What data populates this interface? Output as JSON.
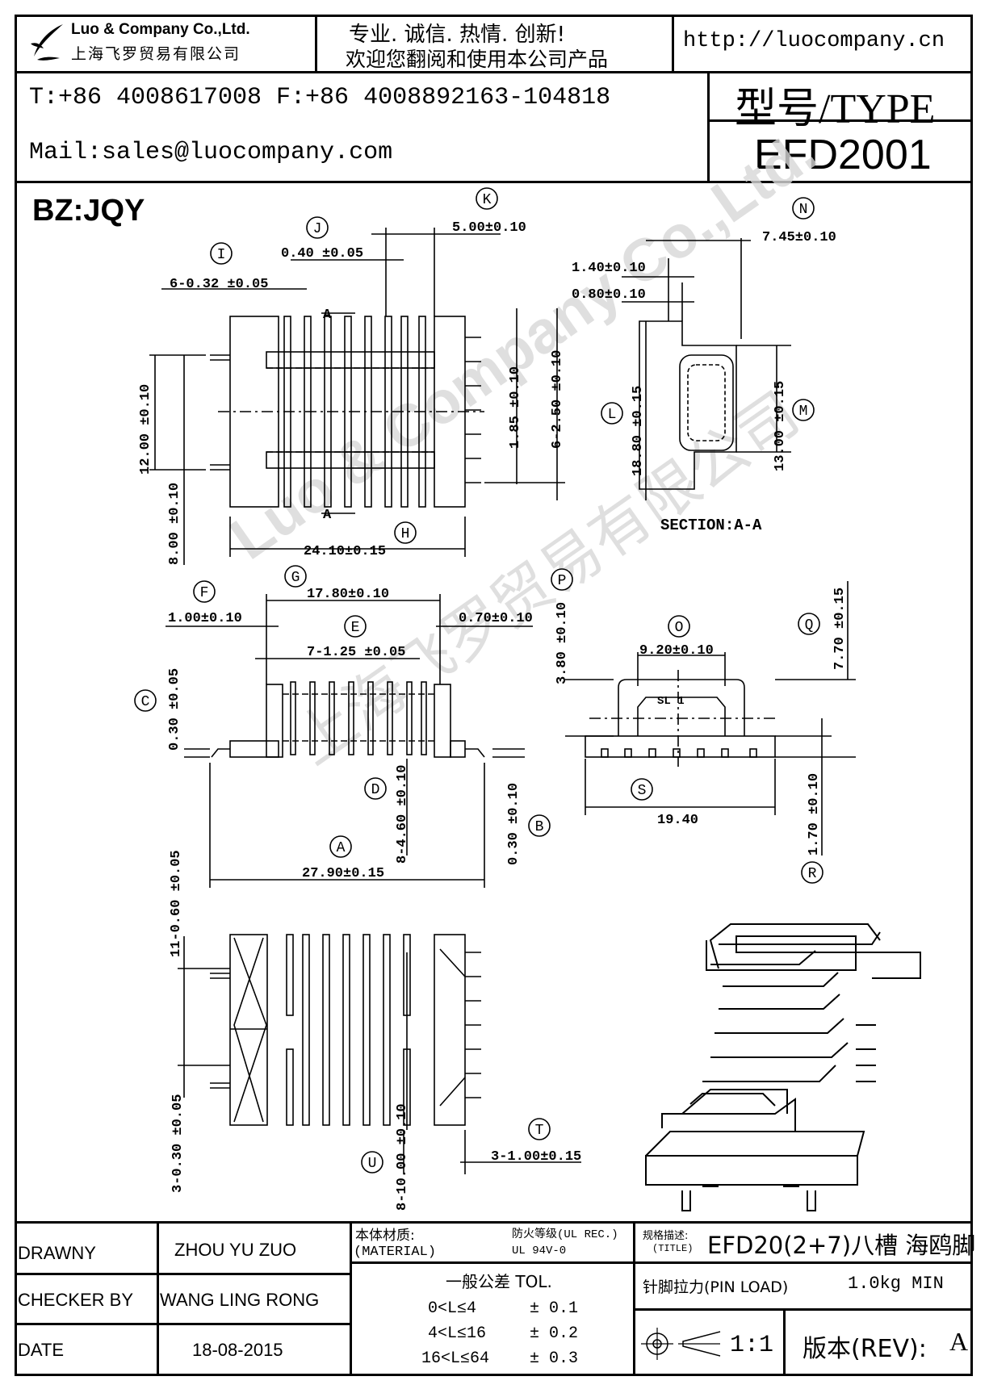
{
  "header": {
    "company_en": "Luo & Company Co.,Ltd.",
    "company_cn": "上海飞罗贸易有限公司",
    "slogan_1": "专业.  诚信.   热情.   创新!",
    "slogan_2": "欢迎您翻阅和使用本公司产品",
    "website": "http://luocompany.cn",
    "phone_fax": "T:+86 4008617008 F:+86 4008892163-104818",
    "mail": "Mail:sales@luocompany.com",
    "type_label": "型号/TYPE",
    "type_value": "EFD2001"
  },
  "watermark": {
    "line1": "Luo & Company Co.,Ltd.",
    "line2": "上海飞罗贸易有限公司"
  },
  "drawing": {
    "bz": "BZ:JQY",
    "balloons": [
      "I",
      "J",
      "K",
      "N",
      "L",
      "M",
      "H",
      "F",
      "G",
      "E",
      "C",
      "D",
      "A",
      "B",
      "P",
      "O",
      "Q",
      "S",
      "R",
      "T",
      "U"
    ],
    "dims": {
      "I": "6-0.32 ±0.05",
      "J": "0.40 ±0.05",
      "K": "5.00±0.10",
      "N": "7.45±0.10",
      "n1": "1.40±0.10",
      "n2": "0.80±0.10",
      "L": "18.80 ±0.15",
      "M": "13.00 ±0.15",
      "v12": "12.00 ±0.10",
      "v8": "8.00 ±0.10",
      "v185": "1.85 ±0.10",
      "v625": "6-2.50 ±0.10",
      "H": "24.10±0.15",
      "section": "SECTION:A-A",
      "F": "1.00±0.10",
      "G": "17.80±0.10",
      "g2": "0.70±0.10",
      "E": "7-1.25 ±0.05",
      "C": "0.30 ±0.05",
      "D": "8-4.60 ±0.10",
      "B": "0.30 ±0.10",
      "A": "27.90±0.15",
      "P": "3.80 ±0.10",
      "O": "9.20±0.10",
      "sl": "SL   1",
      "Q": "7.70 ±0.15",
      "S": "19.40",
      "R": "1.70 ±0.10",
      "v11": "11-0.60 ±0.05",
      "v3": "3-0.30 ±0.05",
      "U": "8-10.00 ±0.10",
      "T": "3-1.00±0.15",
      "aa": "A"
    }
  },
  "titleblock": {
    "drawn_label": "DRAWNY",
    "drawn_value": "ZHOU YU ZUO",
    "checker_label": "CHECKER BY",
    "checker_value": "WANG LING RONG",
    "date_label": "DATE",
    "date_value": "18-08-2015",
    "material_label": "本体材质:",
    "material_label_en": "(MATERIAL)",
    "fire_label": "防火等级(UL REC.)",
    "fire_value": "UL 94V-0",
    "title_label": "规格描述:",
    "title_label_en": "(TITLE)",
    "title_value": "EFD20(2+7)八槽 海鸥脚",
    "tol_title": "一般公差  TOL.",
    "tol_rows": [
      {
        "range": "0<L≤4",
        "tol": "± 0.1"
      },
      {
        "range": "4<L≤16",
        "tol": "± 0.2"
      },
      {
        "range": "16<L≤64",
        "tol": "± 0.3"
      }
    ],
    "pin_load_label": "针脚拉力(PIN LOAD)",
    "pin_load_value": "1.0kg MIN",
    "scale": "1:1",
    "rev_label": "版本(REV):",
    "rev_value": "A"
  }
}
